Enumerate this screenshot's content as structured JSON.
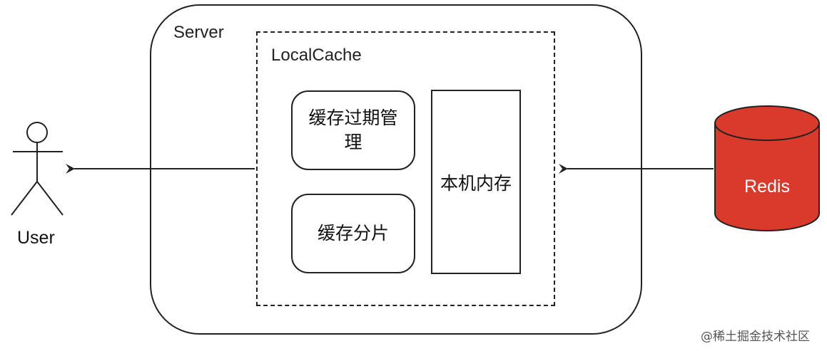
{
  "diagram": {
    "server_label": "Server",
    "local_cache_label": "LocalCache",
    "modules": {
      "expire_management": "缓存过期管理",
      "sharding": "缓存分片",
      "local_memory": "本机内存"
    },
    "user_label": "User",
    "redis_label": "Redis",
    "colors": {
      "redis_fill": "#d93a2b",
      "redis_stroke": "#222222",
      "line": "#222222"
    }
  },
  "watermark": "@稀土掘金技术社区"
}
